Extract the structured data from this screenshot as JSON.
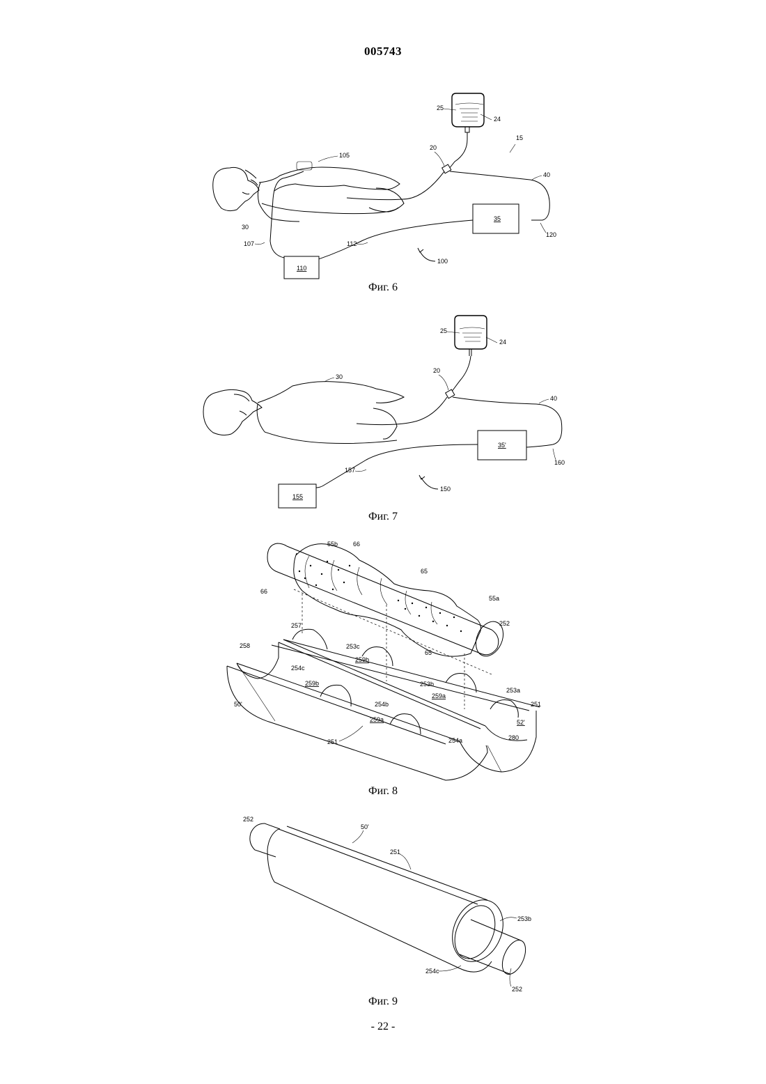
{
  "header": {
    "document_number": "005743"
  },
  "figures": [
    {
      "caption": "Фиг. 6",
      "labels": {
        "bag": "25",
        "fluid": "24",
        "system": "15",
        "connector": "20",
        "patient_item": "105",
        "tube_40": "40",
        "unit": "35",
        "tube_120": "120",
        "patient": "30",
        "wire_107": "107",
        "wire_112": "112",
        "controller": "110",
        "arrow_100": "100"
      }
    },
    {
      "caption": "Фиг. 7",
      "labels": {
        "bag": "25",
        "fluid": "24",
        "connector": "20",
        "patient": "30",
        "tube_40": "40",
        "unit": "35'",
        "tube_160": "160",
        "wire_157": "157",
        "controller": "155",
        "arrow_150": "150"
      }
    },
    {
      "caption": "Фиг. 8",
      "labels": {
        "l55b": "55b",
        "l66a": "66",
        "l66b": "66",
        "l65a": "65",
        "l65b": "65",
        "l55a": "55a",
        "l252": "252",
        "l257": "257",
        "l253c": "253c",
        "l259b_top": "259b",
        "l258": "258",
        "l254c": "254c",
        "l253b": "253b",
        "l259b": "259b",
        "l259a_top": "259a",
        "l253a": "253a",
        "l251_right": "251",
        "l50p": "50'",
        "l254b": "254b",
        "l259a": "259a",
        "l52p": "52'",
        "l254a": "254a",
        "l280": "280",
        "l251": "251"
      }
    },
    {
      "caption": "Фиг. 9",
      "labels": {
        "l252_left": "252",
        "l50p": "50'",
        "l251": "251",
        "l253b": "253b",
        "l254c": "254c",
        "l252_right": "252"
      }
    }
  ],
  "footer": {
    "page_number": "- 22 -"
  }
}
